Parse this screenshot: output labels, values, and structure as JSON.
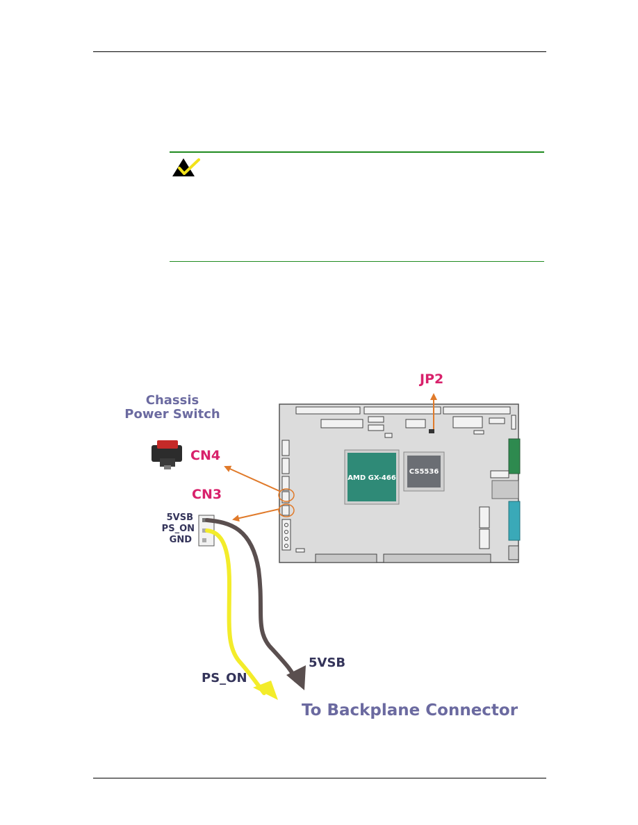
{
  "figure": {
    "chassis_line1": "Chassis",
    "chassis_line2": "Power Switch",
    "jp2": "JP2",
    "cn4": "CN4",
    "cn3": "CN3",
    "pin_5vsb": "5VSB",
    "pin_ps_on": "PS_ON",
    "pin_gnd": "GND",
    "chip_cpu": "AMD GX-466",
    "chip_bridge": "CS5536",
    "wire_5vsb": "5VSB",
    "wire_ps_on": "PS_ON",
    "destination": "To Backplane Connector"
  },
  "colors": {
    "accent_green": "#1f8a1f",
    "label_red": "#d8216b",
    "arrow_orange": "#e07a2a",
    "wire_yellow": "#f3ec2a",
    "wire_brown": "#5a4f4f"
  },
  "icons": [
    "note-check-icon"
  ]
}
